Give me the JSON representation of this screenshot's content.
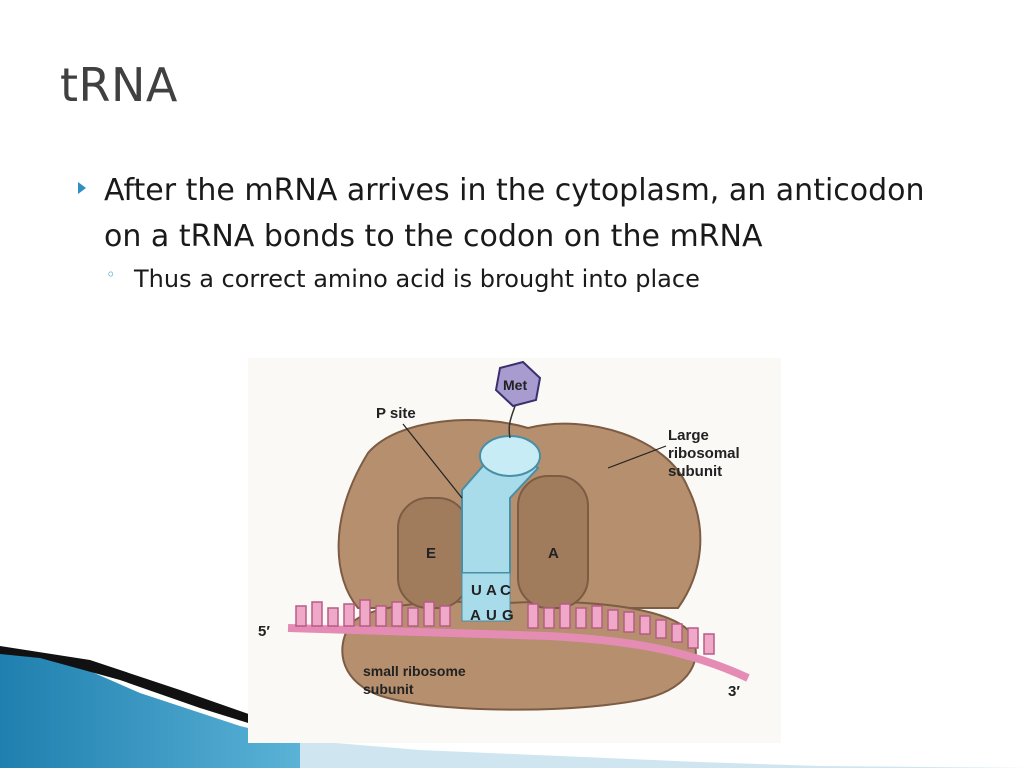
{
  "slide": {
    "title": "tRNA",
    "bullets": [
      {
        "text": "After the mRNA arrives in the cytoplasm, an anticodon on a tRNA bonds to the codon on the mRNA",
        "subbullets": [
          "Thus a correct amino acid is brought into place"
        ]
      }
    ]
  },
  "figure": {
    "labels": {
      "met": "Met",
      "p_site": "P site",
      "large_subunit_1": "Large",
      "large_subunit_2": "ribosomal",
      "large_subunit_3": "subunit",
      "e_site": "E",
      "a_site": "A",
      "five_prime": "5′",
      "three_prime": "3′",
      "small_subunit_1": "small ribosome",
      "small_subunit_2": "subunit"
    },
    "anticodon": [
      "U",
      "A",
      "C"
    ],
    "codon": [
      "A",
      "U",
      "G"
    ]
  },
  "colors": {
    "accent": "#2f8fc1",
    "ribosome": "#b58f6e",
    "trna": "#a9dceb",
    "mrna": "#e58cb4",
    "met": "#a89bd0"
  }
}
